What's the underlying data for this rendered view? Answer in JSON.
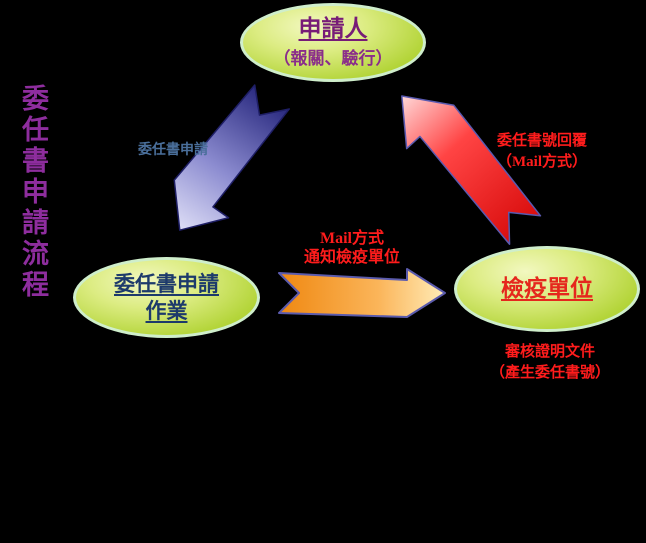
{
  "page": {
    "background": "#000000",
    "title": "委任書申請流程",
    "title_color": "#8e2d9e"
  },
  "nodes": {
    "applicant": {
      "title": "申請人",
      "subtitle": "（報關、驗行）",
      "title_color": "#771b77",
      "subtitle_color": "#8a2d8a"
    },
    "poa_operation": {
      "line1": "委任書申請",
      "line2": "作業",
      "color": "#1d3a6b"
    },
    "quarantine": {
      "title": "檢疫單位",
      "color": "#e5271d"
    }
  },
  "node_style": {
    "fill_highlight": "#f2f8c0",
    "fill_main": "#a2c922",
    "border": "#cfeecb"
  },
  "arrows": {
    "apply": {
      "label": "委任書申請",
      "label_color": "#4a6f9b",
      "gradient_start": "#29297f",
      "gradient_end": "#dedef6",
      "outline": "#1f1f66"
    },
    "notify": {
      "label_line1": "Mail方式",
      "label_line2": "通知檢疫單位",
      "label_color": "#ff1c1c",
      "gradient_start": "#ef8811",
      "gradient_end": "#ffecb8",
      "outline": "#5b5bad"
    },
    "reply": {
      "label_line1": "委任書號回覆",
      "label_line2": "（Mail方式）",
      "label_color": "#ff1c1c",
      "gradient_start": "#d90d0d",
      "gradient_end": "#ffd8d8",
      "outline": "#5a5ab0"
    }
  },
  "notes": {
    "review_line1": "審核證明文件",
    "review_line2": "（產生委任書號）",
    "color": "#ff1c1c"
  }
}
